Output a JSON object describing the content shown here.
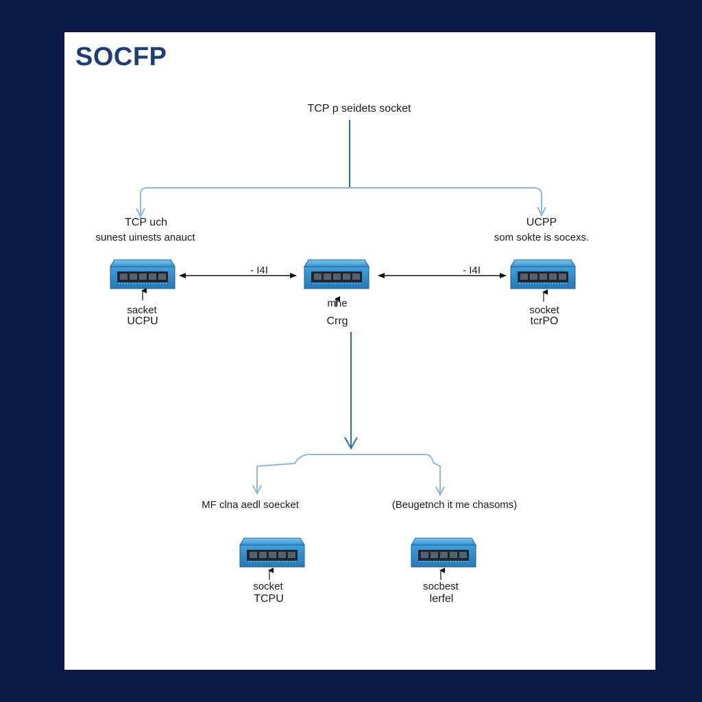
{
  "title": "SOCFP",
  "top_label": "TCP p seidets socket",
  "left_node": {
    "heading": "TCP uch",
    "subheading": "sunest uinests anauct",
    "sub_top": "sacket",
    "sub_bottom": "UCPU"
  },
  "center_node": {
    "sub_top": "mhe",
    "sub_bottom": "Crrg"
  },
  "right_node": {
    "heading": "UCPP",
    "subheading": "som sokte is socexs.",
    "sub_top": "socket",
    "sub_bottom": "tcrPO"
  },
  "link_left_label": "- I4I",
  "link_right_label": "- I4I",
  "bottom_left_node": {
    "heading": "MF clna aedl soecket",
    "sub_top": "socket",
    "sub_bottom": "TCPU"
  },
  "bottom_right_node": {
    "heading": "(Beugetnch it me chasoms)",
    "sub_top": "socbest",
    "sub_bottom": "lerfel"
  },
  "colors": {
    "background": "#0b1a45",
    "panel": "#ffffff",
    "title": "#1e3f73",
    "switch_body": "#3b9ad6",
    "connector_line": "#2e6fa3",
    "branch_line": "#8fb8d8"
  },
  "icons": [
    "network-switch-icon"
  ]
}
